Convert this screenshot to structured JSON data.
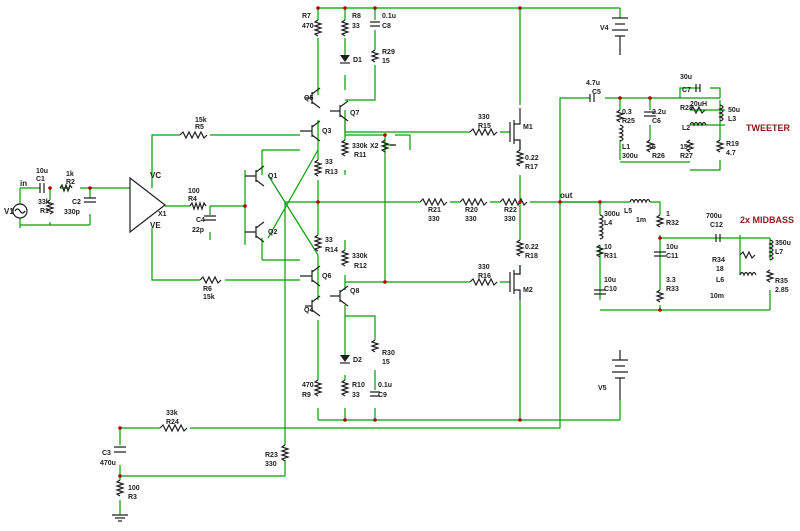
{
  "labels": {
    "tweeter": "TWEETER",
    "midbass": "2x MIDBASS",
    "in": "in",
    "out": "out",
    "vc": "VC",
    "ve": "VE",
    "v1": "V1",
    "v4": "V4",
    "v5": "V5",
    "x1": "X1",
    "x2": "X2"
  },
  "components": {
    "C1": {
      "ref": "C1",
      "value": "10u"
    },
    "R2": {
      "ref": "R2",
      "value": "1k"
    },
    "R1": {
      "ref": "R1",
      "value": "33k"
    },
    "C2": {
      "ref": "C2",
      "value": "330p"
    },
    "R5": {
      "ref": "R5",
      "value": "15k"
    },
    "R4": {
      "ref": "R4",
      "value": "100"
    },
    "C4": {
      "ref": "C4",
      "value": "22p"
    },
    "R6": {
      "ref": "R6",
      "value": "15k"
    },
    "R24": {
      "ref": "R24",
      "value": "33k"
    },
    "C3": {
      "ref": "C3",
      "value": "470u"
    },
    "R3": {
      "ref": "R3",
      "value": "100"
    },
    "R23": {
      "ref": "R23",
      "value": "330"
    },
    "Q1": {
      "ref": "Q1"
    },
    "Q2": {
      "ref": "Q2"
    },
    "Q3": {
      "ref": "Q3"
    },
    "Q4": {
      "ref": "Q4"
    },
    "Q5": {
      "ref": "Q5"
    },
    "Q6": {
      "ref": "Q6"
    },
    "Q7": {
      "ref": "Q7"
    },
    "Q8": {
      "ref": "Q8"
    },
    "R7": {
      "ref": "R7",
      "value": "470"
    },
    "R8": {
      "ref": "R8",
      "value": "33"
    },
    "C8": {
      "ref": "C8",
      "value": "0.1u"
    },
    "D1": {
      "ref": "D1"
    },
    "R29": {
      "ref": "R29",
      "value": "15"
    },
    "R11": {
      "ref": "R11",
      "value": "330k"
    },
    "R13": {
      "ref": "R13",
      "value": "33"
    },
    "R14": {
      "ref": "R14",
      "value": "33"
    },
    "R12": {
      "ref": "R12",
      "value": "330k"
    },
    "R9": {
      "ref": "R9",
      "value": "470"
    },
    "R10": {
      "ref": "R10",
      "value": "33"
    },
    "C9": {
      "ref": "C9",
      "value": "0.1u"
    },
    "D2": {
      "ref": "D2"
    },
    "R30": {
      "ref": "R30",
      "value": "15"
    },
    "R15": {
      "ref": "R15",
      "value": "330"
    },
    "R16": {
      "ref": "R16",
      "value": "330"
    },
    "R21": {
      "ref": "R21",
      "value": "330"
    },
    "R20": {
      "ref": "R20",
      "value": "330"
    },
    "R22": {
      "ref": "R22",
      "value": "330"
    },
    "M1": {
      "ref": "M1"
    },
    "M2": {
      "ref": "M2"
    },
    "R17": {
      "ref": "R17",
      "value": "0.22"
    },
    "R18": {
      "ref": "R18",
      "value": "0.22"
    },
    "C5": {
      "ref": "C5",
      "value": "4.7u"
    },
    "R25": {
      "ref": "R25",
      "value": "0.3"
    },
    "L1": {
      "ref": "L1",
      "value": "300u"
    },
    "R26": {
      "ref": "R26",
      "value": "6"
    },
    "C6": {
      "ref": "C6",
      "value": "2.2u"
    },
    "C7": {
      "ref": "C7",
      "value": "30u"
    },
    "R28": {
      "ref": "R28",
      "value": "20"
    },
    "L2": {
      "ref": "L2",
      "value": "20uH"
    },
    "R27": {
      "ref": "R27",
      "value": "15"
    },
    "L3": {
      "ref": "L3",
      "value": "50u"
    },
    "R19": {
      "ref": "R19",
      "value": "4.7"
    },
    "L4": {
      "ref": "L4",
      "value": "300u"
    },
    "R31": {
      "ref": "R31",
      "value": "10"
    },
    "C10": {
      "ref": "C10",
      "value": "10u"
    },
    "L5": {
      "ref": "L5",
      "value": "1m"
    },
    "R32": {
      "ref": "R32",
      "value": "1"
    },
    "C11": {
      "ref": "C11",
      "value": "10u"
    },
    "R33": {
      "ref": "R33",
      "value": "3.3"
    },
    "C12": {
      "ref": "C12",
      "value": "700u"
    },
    "R34": {
      "ref": "R34",
      "value": "18"
    },
    "L6": {
      "ref": "L6",
      "value": "10m"
    },
    "L7": {
      "ref": "L7",
      "value": "350u"
    },
    "R35": {
      "ref": "R35",
      "value": "2.85"
    }
  },
  "colors": {
    "wire": "#00a000",
    "component": "#202020",
    "node": "#b00000",
    "title": "#8b1a1a"
  }
}
